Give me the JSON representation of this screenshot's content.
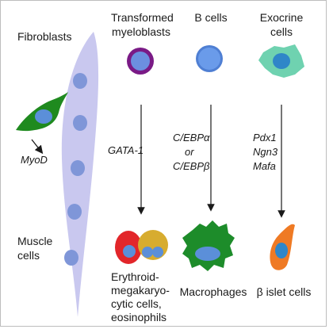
{
  "labels": {
    "fibroblasts": "Fibroblasts",
    "muscle_line1": "Muscle",
    "muscle_line2": "cells",
    "myod": "MyoD",
    "transformed_line1": "Transformed",
    "transformed_line2": "myeloblasts",
    "b_cells": "B cells",
    "exocrine_line1": "Exocrine",
    "exocrine_line2": "cells",
    "gata1": "GATA-1",
    "cebp_line1": "C/EBPα",
    "cebp_line2": "or",
    "cebp_line3": "C/EBPβ",
    "pdx1": "Pdx1",
    "ngn3": "Ngn3",
    "mafa": "Mafa",
    "erythroid_line1": "Erythroid-",
    "erythroid_line2": "megakaryo-",
    "erythroid_line3": "cytic cells,",
    "erythroid_line4": "eosinophils",
    "macrophages": "Macrophages",
    "beta_islet": "β islet cells"
  },
  "colors": {
    "muscle_fiber": "#c9c8ef",
    "muscle_nucleus": "#7f96d8",
    "fibroblast_body": "#1f8a1f",
    "cell_nucleus": "#5b8fd9",
    "myeloblast_ring": "#7a1a86",
    "myeloblast_inner": "#6c8fe0",
    "b_cell_ring": "#4f7fd3",
    "b_cell_inner": "#6a9bea",
    "exocrine_body": "#6fd2b0",
    "exocrine_nucleus": "#2f86c8",
    "erythroid_red": "#e2262a",
    "eosinophil_gold": "#d7ac2f",
    "macrophage_green": "#1d8c2a",
    "beta_orange": "#ef7a24",
    "beta_nucleus": "#2f86c8"
  }
}
